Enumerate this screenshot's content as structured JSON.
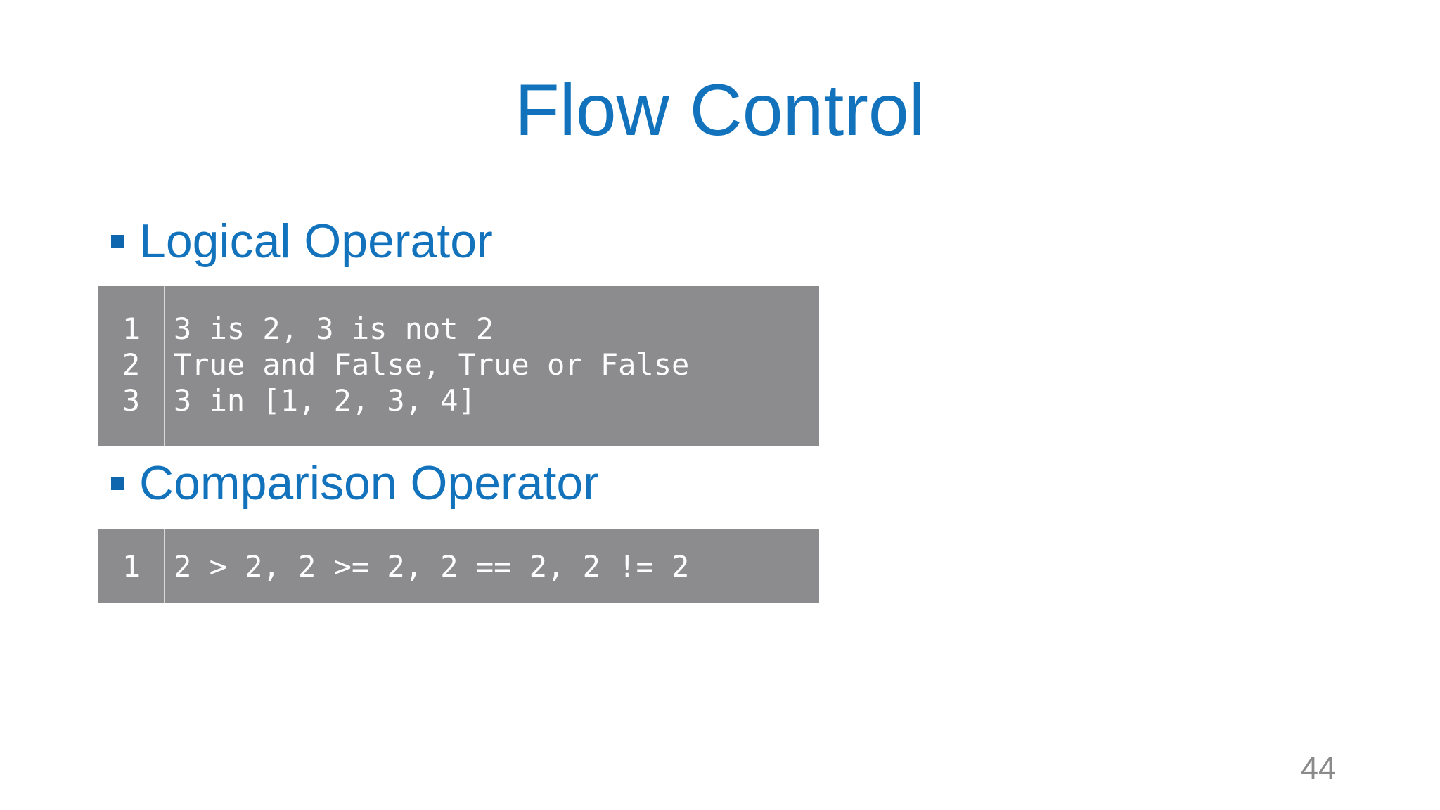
{
  "slide": {
    "title": "Flow Control",
    "page_number": "44",
    "bullets": [
      {
        "label": "Logical Operator"
      },
      {
        "label": "Comparison Operator"
      }
    ],
    "code_blocks": [
      {
        "name": "logical-operator-example",
        "lines": [
          {
            "num": "1",
            "code": "3 is 2, 3 is not 2"
          },
          {
            "num": "2",
            "code": "True and False, True or False"
          },
          {
            "num": "3",
            "code": "3 in [1, 2, 3, 4]"
          }
        ]
      },
      {
        "name": "comparison-operator-example",
        "lines": [
          {
            "num": "1",
            "code": "2 > 2, 2 >= 2, 2 == 2, 2 != 2"
          }
        ]
      }
    ],
    "icons": {
      "bullet_square": "square-bullet-icon"
    },
    "colors": {
      "accent_blue": "#1273bc",
      "bullet_square_blue": "#0e66af",
      "code_block_bg": "#8c8c8e",
      "code_text": "#fdfdfd",
      "gutter_separator": "#d9d9d9",
      "page_number_gray": "#8a8a8a",
      "background": "#ffffff"
    }
  }
}
